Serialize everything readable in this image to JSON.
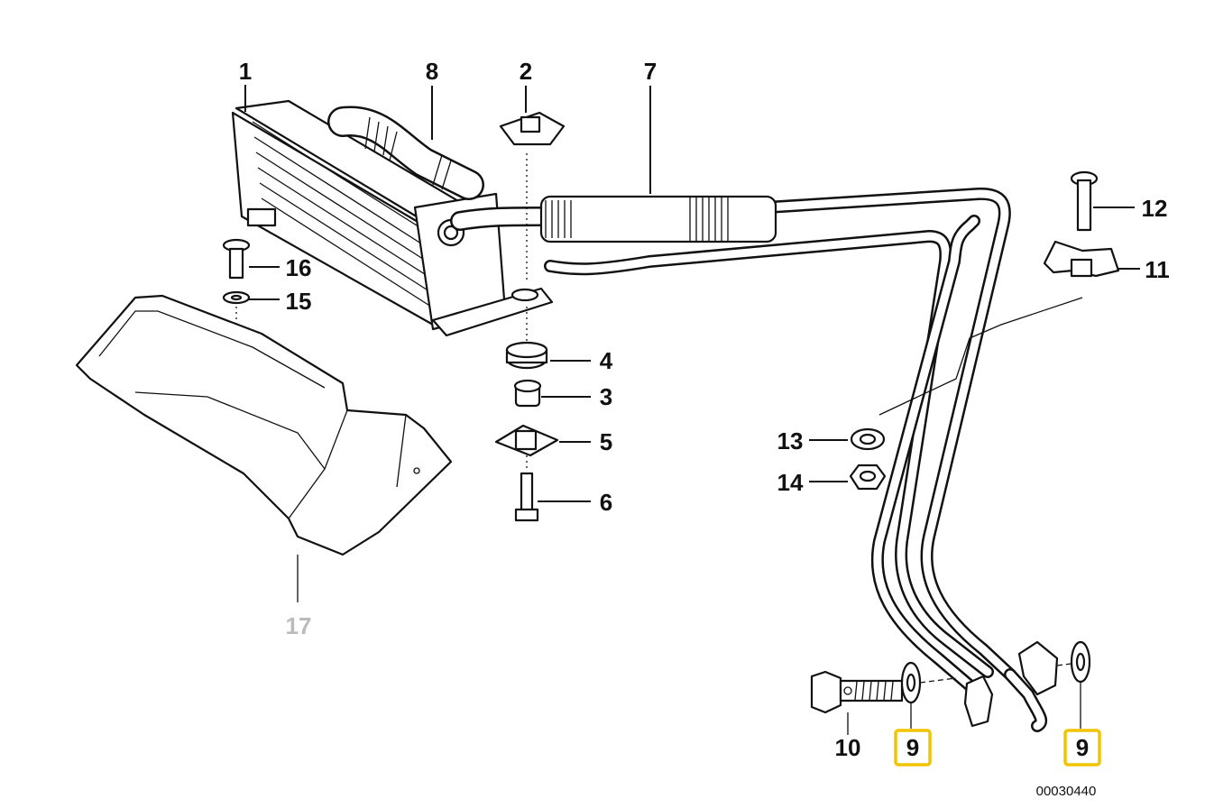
{
  "diagram": {
    "callouts": [
      {
        "id": "1",
        "label": "1"
      },
      {
        "id": "2",
        "label": "2"
      },
      {
        "id": "3",
        "label": "3"
      },
      {
        "id": "4",
        "label": "4"
      },
      {
        "id": "5",
        "label": "5"
      },
      {
        "id": "6",
        "label": "6"
      },
      {
        "id": "7",
        "label": "7"
      },
      {
        "id": "8",
        "label": "8"
      },
      {
        "id": "9a",
        "label": "9"
      },
      {
        "id": "9b",
        "label": "9"
      },
      {
        "id": "10",
        "label": "10"
      },
      {
        "id": "11",
        "label": "11"
      },
      {
        "id": "12",
        "label": "12"
      },
      {
        "id": "13",
        "label": "13"
      },
      {
        "id": "14",
        "label": "14"
      },
      {
        "id": "15",
        "label": "15"
      },
      {
        "id": "16",
        "label": "16"
      },
      {
        "id": "17",
        "label": "17"
      }
    ],
    "drawing_number": "00030440",
    "colors": {
      "highlight": "#f2c400",
      "line": "#111111",
      "faded_label": "#bbbbbb"
    }
  }
}
